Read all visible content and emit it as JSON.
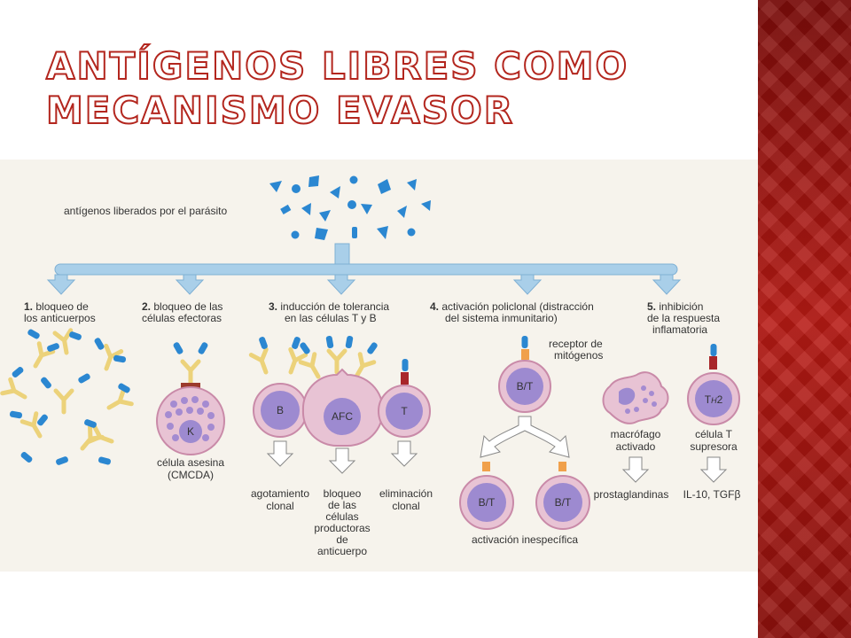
{
  "slide": {
    "title_line1": "ANTÍGENOS LIBRES COMO",
    "title_line2": "MECANISMO EVASOR"
  },
  "colors": {
    "accent_red": "#b3261e",
    "side_band": "#a31511",
    "arrow_blue": "#a9cfe9",
    "antigen_blue": "#2b87d1",
    "cell_fill": "#9d8ad0",
    "cell_ring": "#e8c3d4",
    "antibody_yellow": "#ecd27a"
  },
  "figure": {
    "free_antigens_label": "antígenos liberados por el parásito",
    "mechanisms": [
      {
        "number": "1.",
        "line1": "bloqueo de",
        "line2": "los anticuerpos",
        "line3": ""
      },
      {
        "number": "2.",
        "line1": "bloqueo de las",
        "line2": "células efectoras",
        "line3": ""
      },
      {
        "number": "3.",
        "line1": "inducción de tolerancia",
        "line2": "en las células T y B",
        "line3": ""
      },
      {
        "number": "4.",
        "line1": "activación policlonal (distracción",
        "line2": "del sistema inmunitario)",
        "line3": ""
      },
      {
        "number": "5.",
        "line1": "inhibición",
        "line2": "de la respuesta",
        "line3": "inflamatoria"
      }
    ],
    "cells": {
      "k": "K",
      "b": "B",
      "afc": "AFC",
      "t": "T",
      "bt_main": "B/T",
      "bt_left": "B/T",
      "bt_right": "B/T",
      "th2_main": "T",
      "th2_sub": "H",
      "th2_num": "2"
    },
    "labels": {
      "killer_line1": "célula asesina",
      "killer_line2": "(CMCDA)",
      "exhaustion_line1": "agotamiento",
      "exhaustion_line2": "clonal",
      "block_lines": [
        "bloqueo",
        "de las",
        "células",
        "productoras",
        "de",
        "anticuerpo"
      ],
      "elimination_line1": "eliminación",
      "elimination_line2": "clonal",
      "receptor_line1": "receptor de",
      "receptor_line2": "mitógenos",
      "nonspecific": "activación inespecífica",
      "macrophage_line1": "macrófago",
      "macrophage_line2": "activado",
      "suppressor_line1": "célula T",
      "suppressor_line2": "supresora",
      "prostaglandins": "prostaglandinas",
      "cytokines": "IL-10, TGFβ"
    }
  }
}
